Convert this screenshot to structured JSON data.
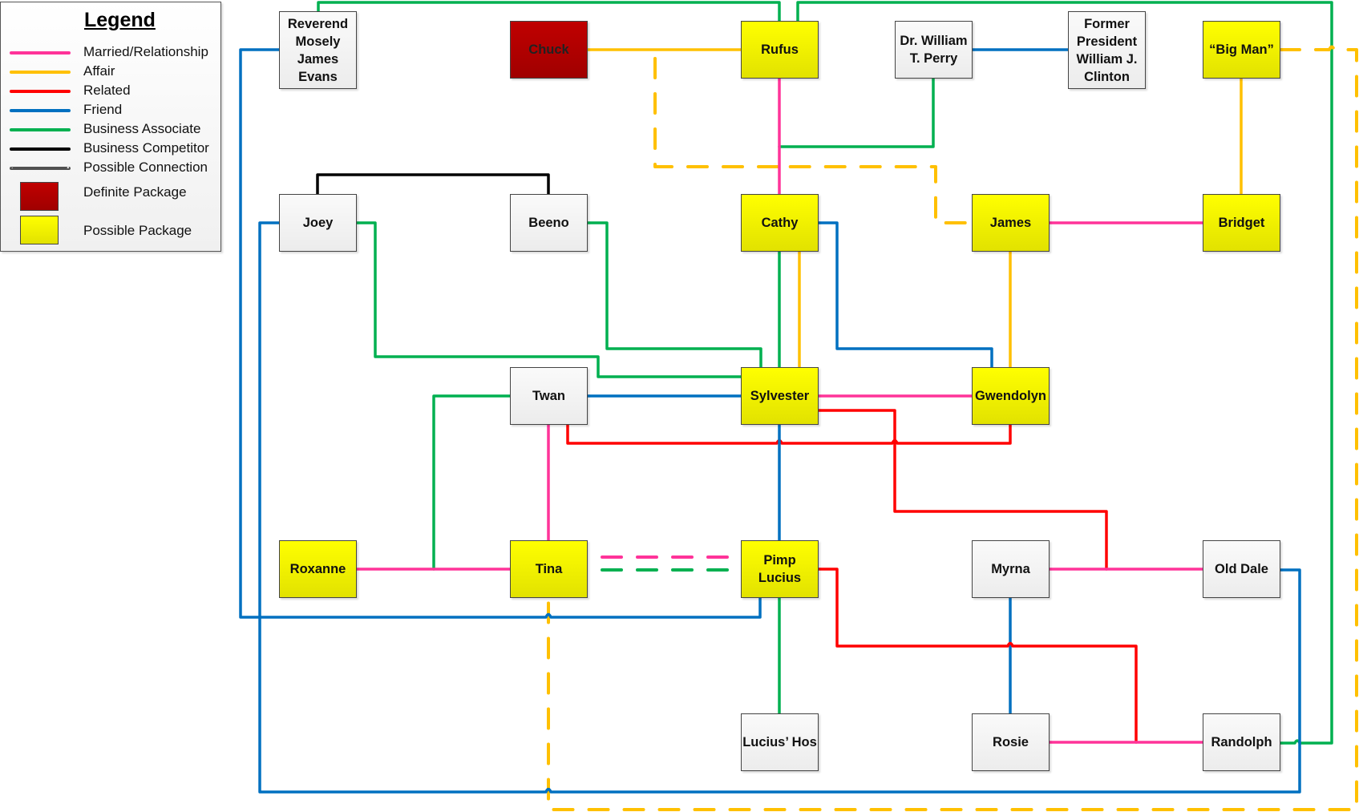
{
  "legend": {
    "title": "Legend",
    "line_items": [
      {
        "type": "married",
        "label": "Married/Relationship",
        "color": "#ff3399",
        "style": "solid"
      },
      {
        "type": "affair",
        "label": "Affair",
        "color": "#ffc000",
        "style": "solid"
      },
      {
        "type": "related",
        "label": "Related",
        "color": "#ff0000",
        "style": "solid"
      },
      {
        "type": "friend",
        "label": "Friend",
        "color": "#0070c0",
        "style": "solid"
      },
      {
        "type": "business",
        "label": "Business Associate",
        "color": "#00b050",
        "style": "solid"
      },
      {
        "type": "competitor",
        "label": "Business Competitor",
        "color": "#000000",
        "style": "solid"
      },
      {
        "type": "possible",
        "label": "Possible Connection",
        "color": "#505050",
        "style": "dashed"
      }
    ],
    "swatch_items": [
      {
        "status": "definite",
        "label": "Definite Package",
        "color": "#b00000"
      },
      {
        "status": "possible",
        "label": "Possible Package",
        "color": "#ffff00"
      }
    ]
  },
  "nodes": {
    "reverend": {
      "label": "Reverend\nMosely\nJames\nEvans",
      "status": "none"
    },
    "chuck": {
      "label": "Chuck",
      "status": "definite"
    },
    "rufus": {
      "label": "Rufus",
      "status": "possible"
    },
    "perry": {
      "label": "Dr. William\nT. Perry",
      "status": "none"
    },
    "clinton": {
      "label": "Former\nPresident\nWilliam J.\nClinton",
      "status": "none"
    },
    "bigman": {
      "label": "“Big Man”",
      "status": "possible"
    },
    "joey": {
      "label": "Joey",
      "status": "none"
    },
    "beeno": {
      "label": "Beeno",
      "status": "none"
    },
    "cathy": {
      "label": "Cathy",
      "status": "possible"
    },
    "james": {
      "label": "James",
      "status": "possible"
    },
    "bridget": {
      "label": "Bridget",
      "status": "possible"
    },
    "twan": {
      "label": "Twan",
      "status": "none"
    },
    "sylvester": {
      "label": "Sylvester",
      "status": "possible"
    },
    "gwendolyn": {
      "label": "Gwendolyn",
      "status": "possible"
    },
    "roxanne": {
      "label": "Roxanne",
      "status": "possible"
    },
    "tina": {
      "label": "Tina",
      "status": "possible"
    },
    "pimp": {
      "label": "Pimp\nLucius",
      "status": "possible"
    },
    "myrna": {
      "label": "Myrna",
      "status": "none"
    },
    "olddale": {
      "label": "Old Dale",
      "status": "none"
    },
    "luciushos": {
      "label": "Lucius’ Hos",
      "status": "none"
    },
    "rosie": {
      "label": "Rosie",
      "status": "none"
    },
    "randolph": {
      "label": "Randolph",
      "status": "none"
    }
  },
  "connections": [
    {
      "id": "rev-rufus",
      "from": "reverend",
      "to": "rufus",
      "type": "business",
      "dashed": false
    },
    {
      "id": "rufus-randolph",
      "from": "rufus",
      "to": "randolph",
      "type": "business",
      "dashed": false
    },
    {
      "id": "chuck-rufus",
      "from": "chuck",
      "to": "rufus",
      "type": "affair",
      "dashed": false
    },
    {
      "id": "chuck-james",
      "from": "chuck",
      "to": "james",
      "type": "affair",
      "dashed": true
    },
    {
      "id": "perry-clinton",
      "from": "perry",
      "to": "clinton",
      "type": "friend",
      "dashed": false
    },
    {
      "id": "perry-rufus",
      "from": "perry",
      "to": "rufus",
      "type": "business",
      "dashed": false
    },
    {
      "id": "rufus-cathy",
      "from": "rufus",
      "to": "cathy",
      "type": "married",
      "dashed": false
    },
    {
      "id": "bigman-bridget",
      "from": "bigman",
      "to": "bridget",
      "type": "affair",
      "dashed": false
    },
    {
      "id": "bigman-tina",
      "from": "bigman",
      "to": "tina",
      "type": "affair",
      "dashed": true
    },
    {
      "id": "joey-beeno",
      "from": "joey",
      "to": "beeno",
      "type": "competitor",
      "dashed": false
    },
    {
      "id": "james-bridget",
      "from": "james",
      "to": "bridget",
      "type": "married",
      "dashed": false
    },
    {
      "id": "james-gwendolyn",
      "from": "james",
      "to": "gwendolyn",
      "type": "affair",
      "dashed": false
    },
    {
      "id": "joey-sylvester",
      "from": "joey",
      "to": "sylvester",
      "type": "business",
      "dashed": false
    },
    {
      "id": "beeno-sylvester",
      "from": "beeno",
      "to": "sylvester",
      "type": "business",
      "dashed": false
    },
    {
      "id": "cathy-sylvester-b",
      "from": "cathy",
      "to": "sylvester",
      "type": "business",
      "dashed": false
    },
    {
      "id": "cathy-sylvester-a",
      "from": "cathy",
      "to": "sylvester",
      "type": "affair",
      "dashed": false
    },
    {
      "id": "cathy-gwendolyn",
      "from": "cathy",
      "to": "gwendolyn",
      "type": "friend",
      "dashed": false
    },
    {
      "id": "twan-sylvester",
      "from": "twan",
      "to": "sylvester",
      "type": "friend",
      "dashed": false
    },
    {
      "id": "sylvester-gwendolyn",
      "from": "sylvester",
      "to": "gwendolyn",
      "type": "married",
      "dashed": false
    },
    {
      "id": "twan-gwendolyn",
      "from": "twan",
      "to": "gwendolyn",
      "type": "related",
      "dashed": false
    },
    {
      "id": "sylvester-olddale",
      "from": "sylvester",
      "to": "olddale",
      "type": "related",
      "dashed": false
    },
    {
      "id": "twan-roxanne",
      "from": "twan",
      "to": "roxanne",
      "type": "business",
      "dashed": false
    },
    {
      "id": "twan-tina",
      "from": "twan",
      "to": "tina",
      "type": "married",
      "dashed": false
    },
    {
      "id": "sylvester-pimp",
      "from": "sylvester",
      "to": "pimp",
      "type": "friend",
      "dashed": false
    },
    {
      "id": "roxanne-tina",
      "from": "roxanne",
      "to": "tina",
      "type": "married",
      "dashed": false
    },
    {
      "id": "tina-pimp-m",
      "from": "tina",
      "to": "pimp",
      "type": "married",
      "dashed": true
    },
    {
      "id": "tina-pimp-b",
      "from": "tina",
      "to": "pimp",
      "type": "business",
      "dashed": true
    },
    {
      "id": "rev-pimp",
      "from": "reverend",
      "to": "pimp",
      "type": "friend",
      "dashed": false
    },
    {
      "id": "joey-olddale",
      "from": "joey",
      "to": "olddale",
      "type": "friend",
      "dashed": false
    },
    {
      "id": "myrna-olddale",
      "from": "myrna",
      "to": "olddale",
      "type": "married",
      "dashed": false
    },
    {
      "id": "myrna-rosie",
      "from": "myrna",
      "to": "rosie",
      "type": "friend",
      "dashed": false
    },
    {
      "id": "pimp-randolph",
      "from": "pimp",
      "to": "randolph",
      "type": "related",
      "dashed": false
    },
    {
      "id": "pimp-luciushos",
      "from": "pimp",
      "to": "luciushos",
      "type": "business",
      "dashed": false
    },
    {
      "id": "rosie-randolph",
      "from": "rosie",
      "to": "randolph",
      "type": "married",
      "dashed": false
    }
  ]
}
